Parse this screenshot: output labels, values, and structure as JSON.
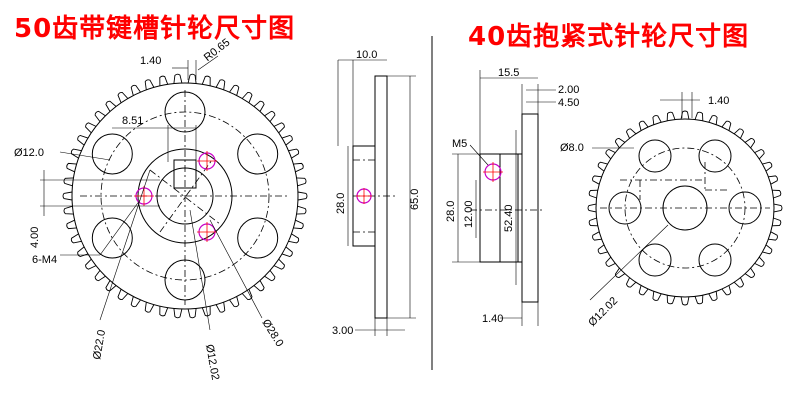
{
  "titles": {
    "left": "50齿带键槽针轮尺寸图",
    "right": "40齿抱紧式针轮尺寸图"
  },
  "left_wheel": {
    "teeth": 50,
    "dims": {
      "pitch_1_40": "1.40",
      "radius_0_65": "R0.65",
      "width_8_51": "8.51",
      "dia_12": "Ø12.0",
      "dim_4_00": "4.00",
      "tap_6_m4": "6-M4",
      "dia_22": "Ø22.0",
      "dia_12_02": "Ø12.02",
      "dia_28": "Ø28.0"
    }
  },
  "left_side": {
    "dims": {
      "width_10": "10.0",
      "height_28": "28.0",
      "height_65": "65.0",
      "width_3": "3.00"
    }
  },
  "right_side": {
    "dims": {
      "width_15_5": "15.5",
      "width_2": "2.00",
      "width_4_5": "4.50",
      "tap_m5": "M5",
      "height_28": "28.0",
      "height_12": "12.00",
      "height_52_4": "52.40",
      "pitch_1_40": "1.40"
    }
  },
  "right_wheel": {
    "teeth": 40,
    "dims": {
      "pitch_1_40": "1.40",
      "dia_8": "Ø8.0",
      "dia_12_02": "Ø12.02"
    }
  },
  "colors": {
    "title": "#ff0000",
    "line": "#000000",
    "tap_hole": "#c800c8",
    "center_mark": "#ff0000"
  }
}
